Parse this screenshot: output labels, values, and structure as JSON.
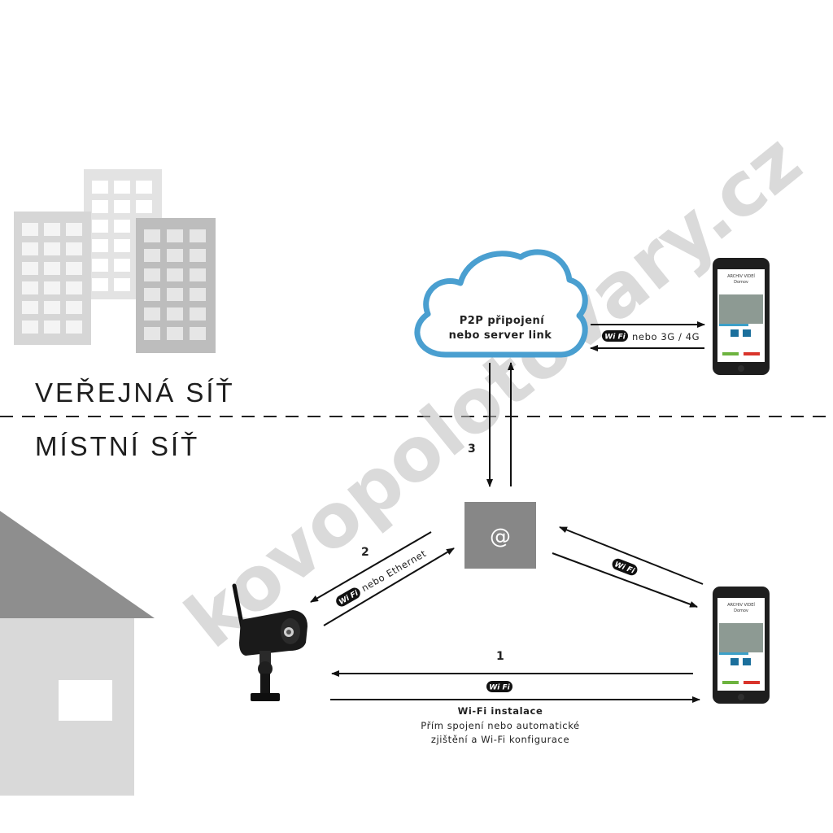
{
  "zones": {
    "public": "VEŘEJNÁ SÍŤ",
    "local": "MÍSTNÍ SÍŤ"
  },
  "cloud": {
    "line1": "P2P připojení",
    "line2": "nebo server link"
  },
  "router": {
    "symbol": "@"
  },
  "wifi_badge": "Wi Fi",
  "links": {
    "cloud_phone": "nebo 3G / 4G",
    "camera_router": "nebo Ethernet",
    "step1": "1",
    "step2": "2",
    "step3": "3",
    "install_title": "Wi-Fi instalace",
    "install_line1": "Přím spojení nebo automatické",
    "install_line2": "zjištění a Wi-Fi konfigurace"
  },
  "phone_screen": {
    "title": "ARCHIV VIDEÍ",
    "subtitle": "Domov"
  },
  "watermark": "kovopolotovary.cz",
  "colors": {
    "cloud_stroke": "#4a9fd0",
    "router_fill": "#868686",
    "house_roof": "#8c8c8c",
    "house_wall": "#d8d8d8",
    "building_light": "#dedede",
    "building_mid": "#d0d0d0",
    "building_dark": "#b8b8b8"
  }
}
